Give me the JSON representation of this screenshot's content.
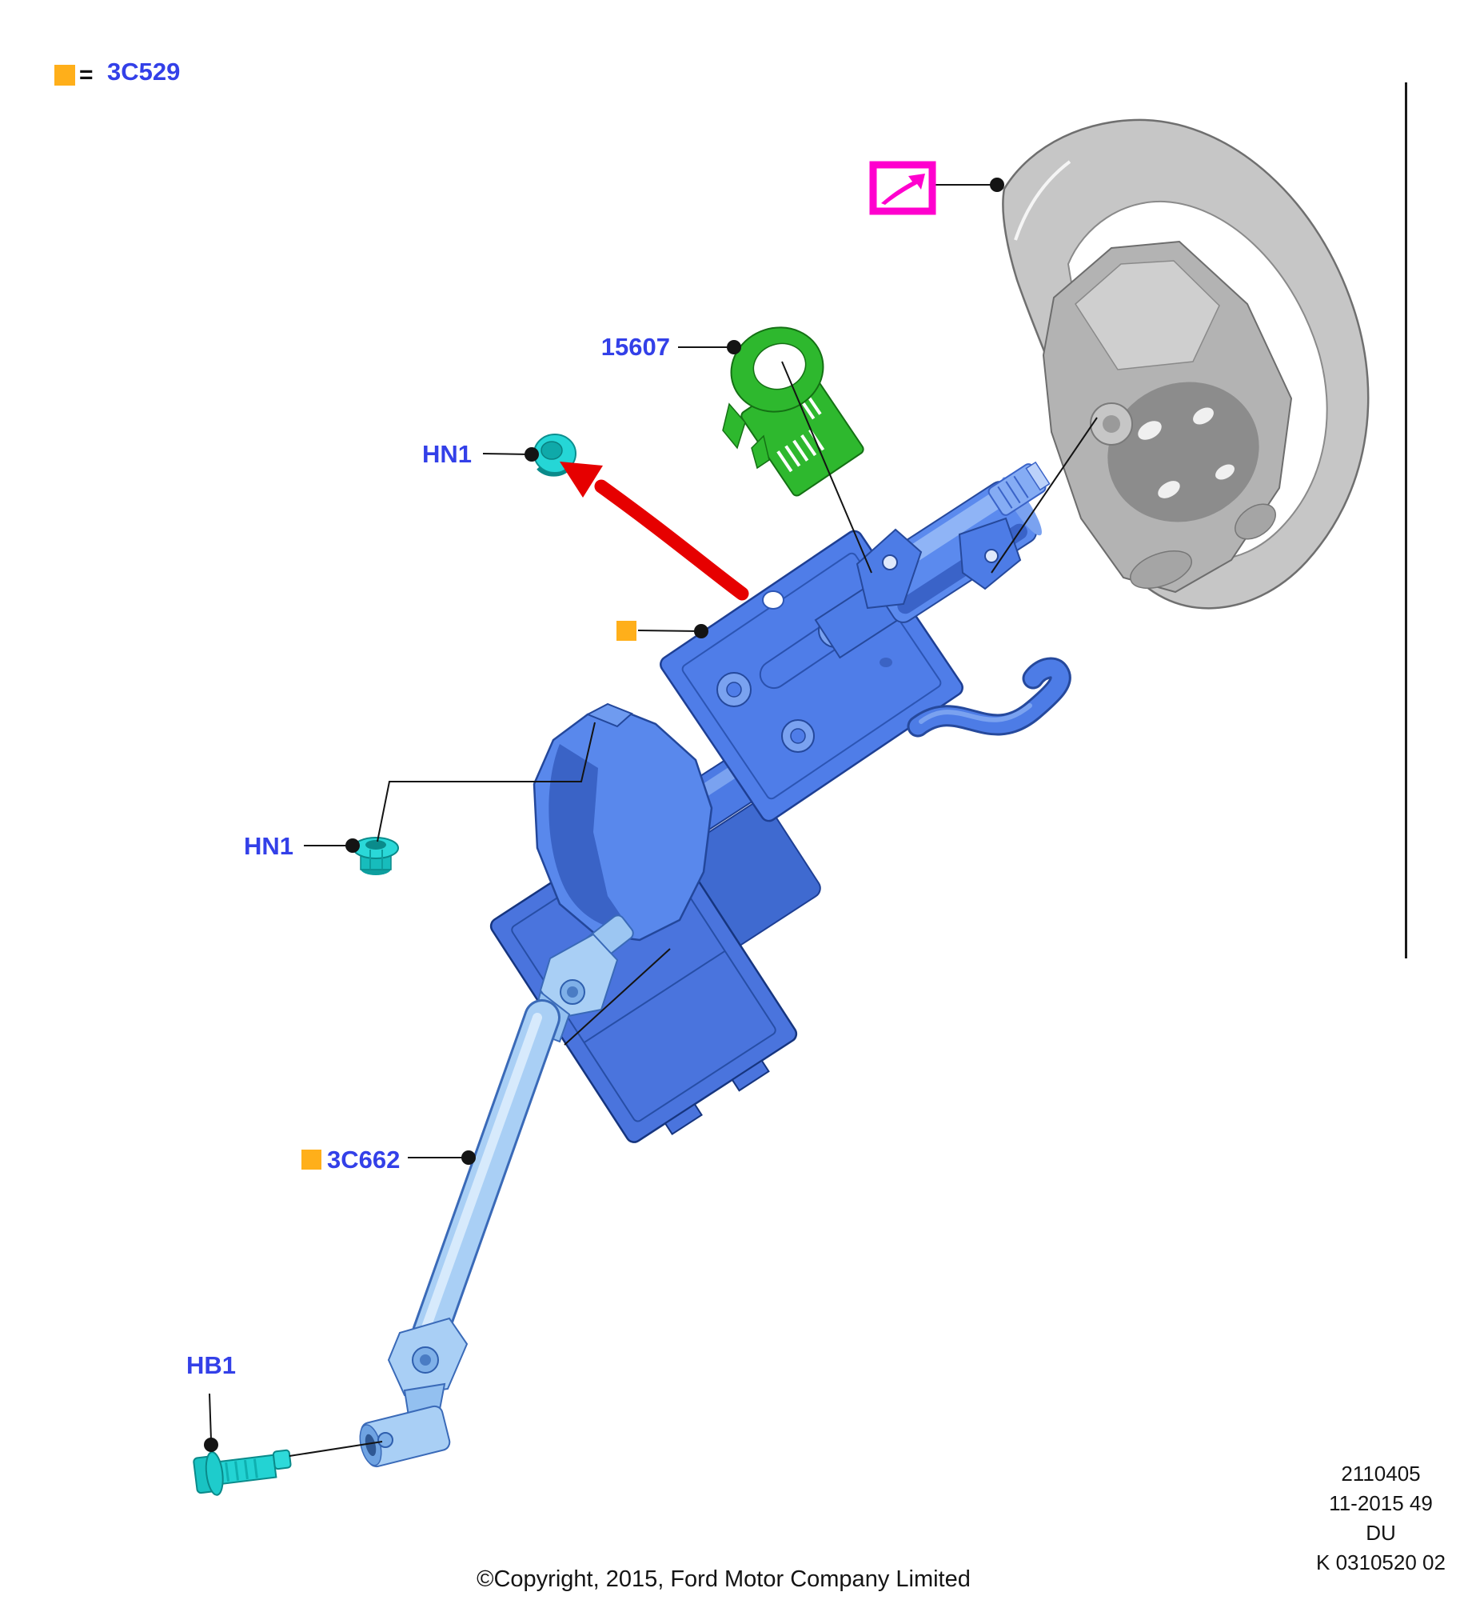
{
  "legend": {
    "swatch_color": "#FFAF1A",
    "equals_sign": "=",
    "code": "3C529"
  },
  "callouts": {
    "steering_wheel_icon": "magenta-arrow-box",
    "sensor_label": "15607",
    "nut_upper_label": "HN1",
    "nut_lower_label": "HN1",
    "intermediate_shaft_label": "3C662",
    "bolt_label": "HB1"
  },
  "parts": {
    "steering_wheel": "steering wheel (grey)",
    "sensor_ring": "steering angle sensor 15607 (green)",
    "column_assembly": "steering column assembly 3C529 (blue)",
    "intermediate_shaft": "intermediate shaft 3C662 (light blue)",
    "flange_nuts": "flange nuts HN1 (cyan)",
    "pinch_bolt": "pinch bolt HB1 (cyan)"
  },
  "colors": {
    "label_blue": "#3340E8",
    "swatch_orange": "#FFAF1A",
    "magenta": "#FF00CE",
    "arrow_red": "#E60000",
    "part_green": "#2EB82E",
    "part_cyan": "#1ECCCC",
    "column_blue": "#4F7DE8",
    "shaft_blue": "#A9CFF5",
    "wheel_grey": "#C6C6C6"
  },
  "plate_info": {
    "lines": [
      "2110405",
      "11-2015 49",
      "DU",
      "K 0310520 02"
    ]
  },
  "footer": {
    "copyright": "©Copyright, 2015, Ford Motor Company Limited"
  }
}
